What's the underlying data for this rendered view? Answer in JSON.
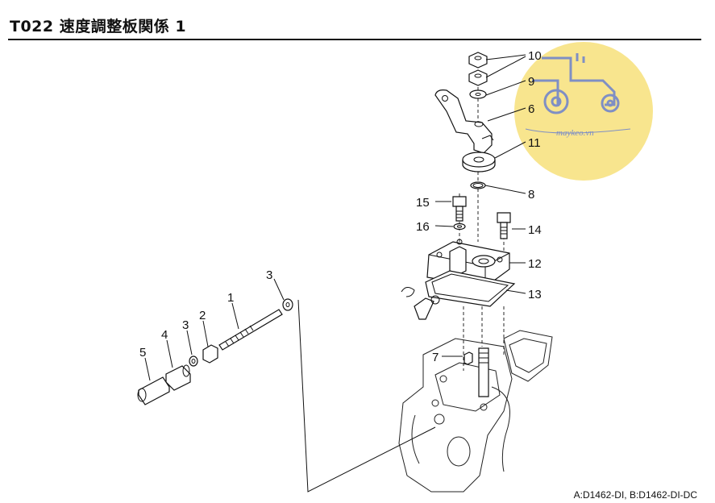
{
  "header": {
    "title": "T022 速度調整板関係 1"
  },
  "footnote": "A:D1462-DI,  B:D1462-DI-DC",
  "watermark": {
    "text": "maykeo.vn",
    "color": "#f7e17a",
    "line_color": "#7f8fc4"
  },
  "callouts": [
    {
      "id": "10",
      "label": "10"
    },
    {
      "id": "9",
      "label": "9"
    },
    {
      "id": "6",
      "label": "6"
    },
    {
      "id": "11",
      "label": "11"
    },
    {
      "id": "8",
      "label": "8"
    },
    {
      "id": "15",
      "label": "15"
    },
    {
      "id": "16",
      "label": "16"
    },
    {
      "id": "14",
      "label": "14"
    },
    {
      "id": "12",
      "label": "12"
    },
    {
      "id": "13",
      "label": "13"
    },
    {
      "id": "7",
      "label": "7"
    },
    {
      "id": "3a",
      "label": "3"
    },
    {
      "id": "1",
      "label": "1"
    },
    {
      "id": "2",
      "label": "2"
    },
    {
      "id": "3b",
      "label": "3"
    },
    {
      "id": "4",
      "label": "4"
    },
    {
      "id": "5",
      "label": "5"
    }
  ]
}
